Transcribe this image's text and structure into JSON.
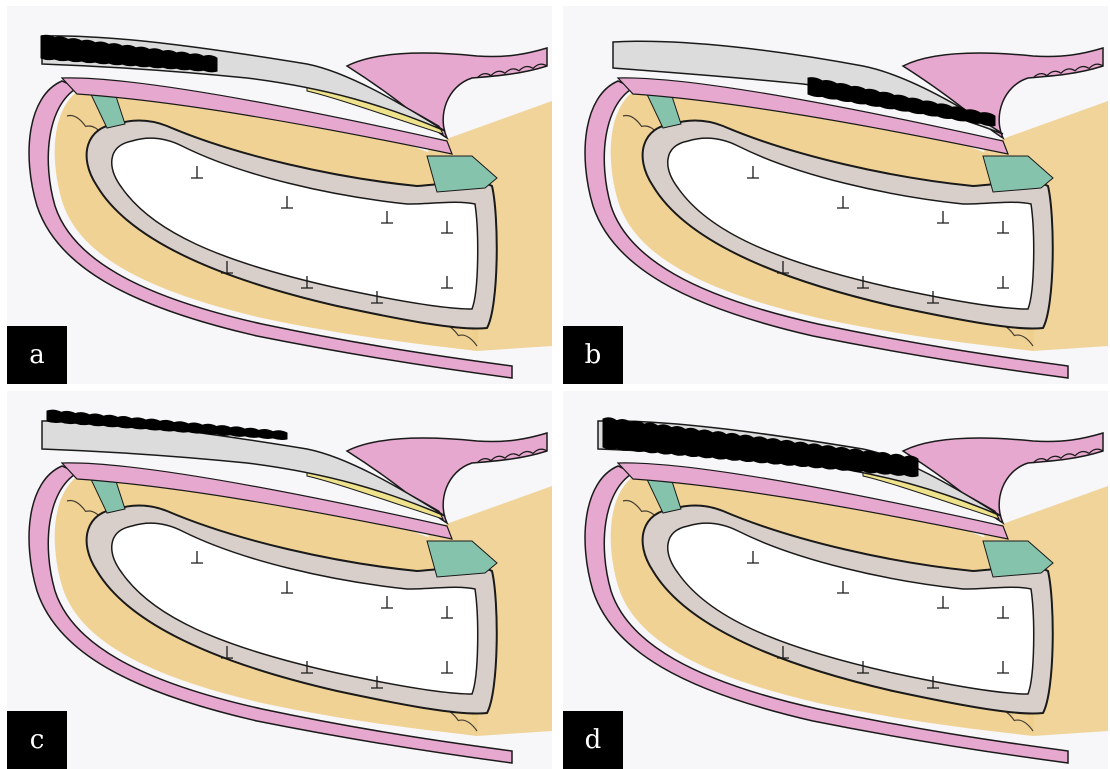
{
  "colors": {
    "background": "#f7f6f8",
    "skin": "#e7a8cf",
    "fat": "#efce8a",
    "bone": "#d8cfca",
    "nail_plate": "#dcdcdc",
    "nail_bed_yellow": "#eee38c",
    "ligament_teal": "#86c3ad",
    "lesion": "#000000",
    "outline": "#1a1a1a",
    "label_bg": "#000000",
    "label_text": "#ffffff"
  },
  "panels": [
    {
      "id": "a",
      "label": "a",
      "lesion": "distal-nail-plate"
    },
    {
      "id": "b",
      "label": "b",
      "lesion": "proximal-nail-bed"
    },
    {
      "id": "c",
      "label": "c",
      "lesion": "nail-plate-surface"
    },
    {
      "id": "d",
      "label": "d",
      "lesion": "entire-nail-plate"
    }
  ]
}
